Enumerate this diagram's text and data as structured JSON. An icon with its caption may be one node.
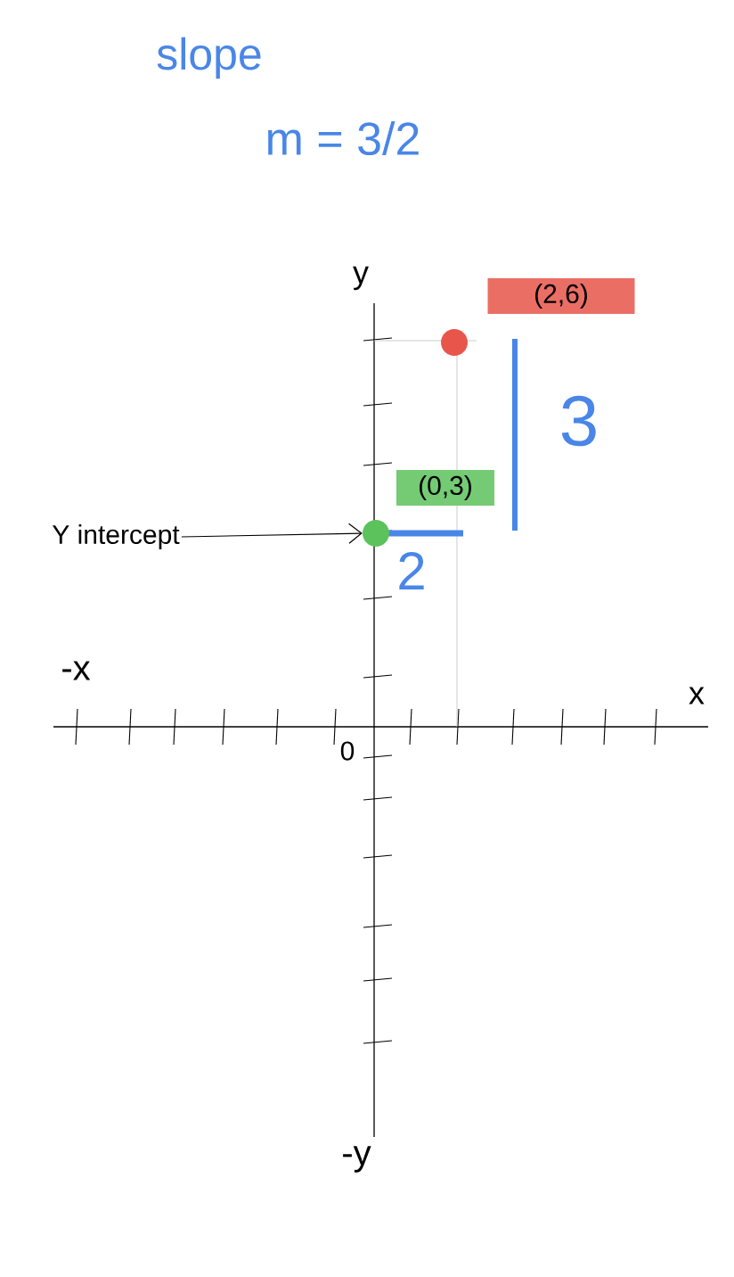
{
  "diagram": {
    "nodes": [
      {
        "text": [
          "Y intercept"
        ]
      },
      {
        "text": [],
        "shape": "circle",
        "beside": [
          "(0,3)"
        ]
      },
      {
        "text": [],
        "shape": "circle",
        "beside": [
          "(2,6)"
        ]
      }
    ],
    "edges": [
      {
        "from": 0,
        "to": 1,
        "arrow": "to"
      }
    ],
    "labels": [
      "slope",
      "m = 3/2",
      "y",
      "-x",
      "x",
      "0",
      "3",
      "2",
      "-y"
    ]
  }
}
